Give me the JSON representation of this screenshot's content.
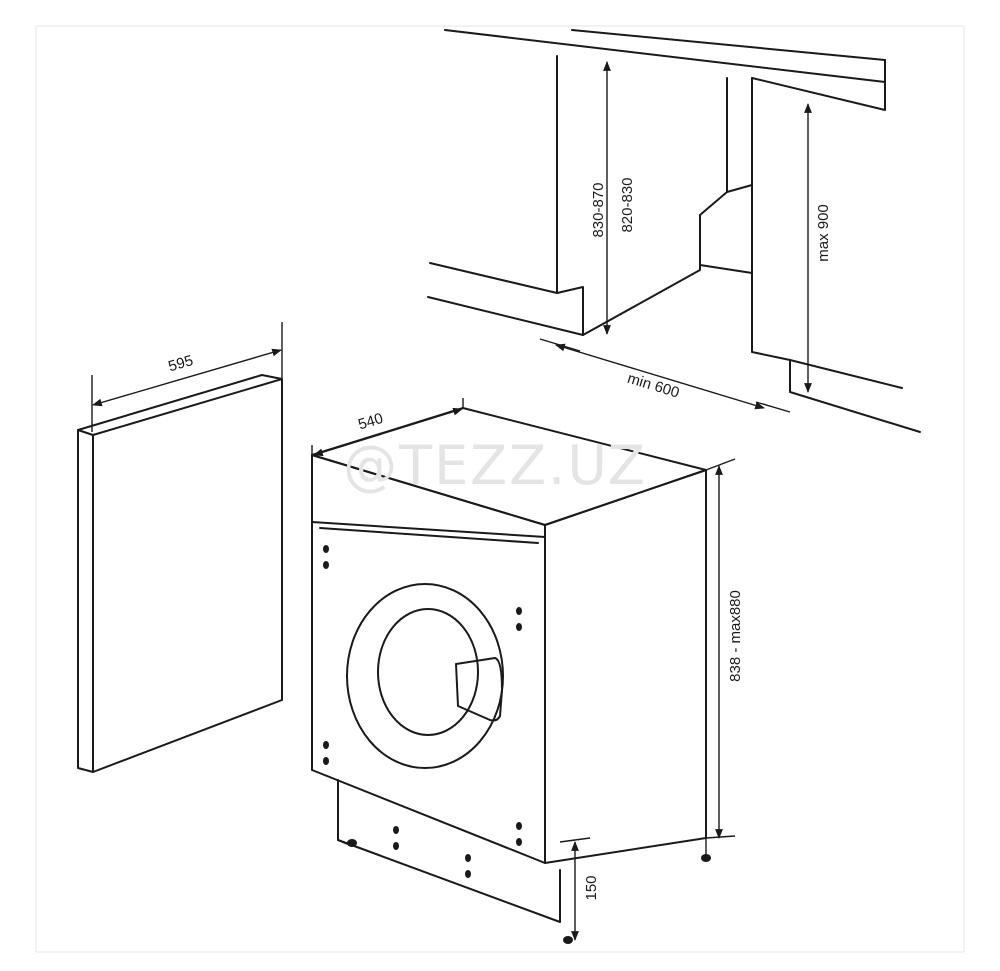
{
  "watermark": "@TEZZ.UZ",
  "dimensions": {
    "panel_width": "595",
    "machine_depth": "540",
    "niche_height_1": "830-870",
    "niche_height_2": "820-830",
    "max_height": "max 900",
    "min_depth": "min 600",
    "machine_height": "838 - max880",
    "plinth_height": "150"
  }
}
